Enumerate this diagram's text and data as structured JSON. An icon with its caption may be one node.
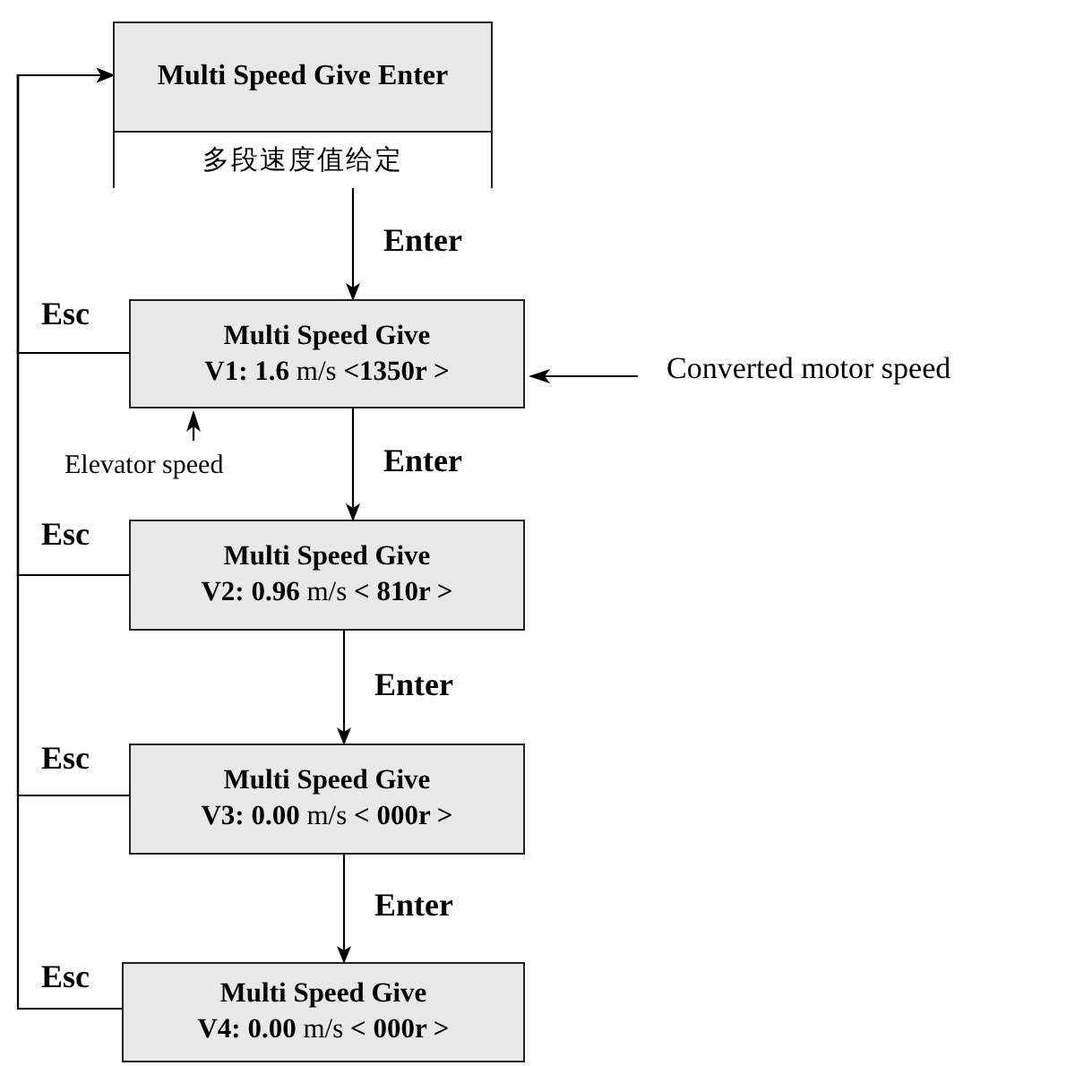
{
  "diagram": {
    "nodes": [
      {
        "text": [
          "Multi Speed Give Enter",
          "多段速度值给定"
        ]
      },
      {
        "text": [
          "Multi Speed Give",
          "**V1: 1.6** m/s **<1350r >**"
        ]
      },
      {
        "text": [
          "Multi Speed Give",
          "**V2: 0.96** m/s **< 810r >**"
        ]
      },
      {
        "text": [
          "Multi Speed Give",
          "**V3: 0.00** m/s **< 000r >**"
        ]
      },
      {
        "text": [
          "Multi Speed Give",
          "**V4: 0.00** m/s **< 000r >**"
        ]
      },
      {
        "text": [
          "Elevator speed"
        ]
      },
      {
        "text": [
          "Converted motor speed"
        ]
      }
    ],
    "edges": [
      {
        "from": 0,
        "to": 1,
        "arrow": "to",
        "label": "Enter"
      },
      {
        "from": 1,
        "to": 2,
        "arrow": "to",
        "label": "Enter"
      },
      {
        "from": 2,
        "to": 3,
        "arrow": "to",
        "label": "Enter"
      },
      {
        "from": 3,
        "to": 4,
        "arrow": "to",
        "label": "Enter"
      },
      {
        "from": 1,
        "to": 0,
        "arrow": "to",
        "label": "Esc"
      },
      {
        "from": 2,
        "to": 0,
        "arrow": "to",
        "label": "Esc"
      },
      {
        "from": 3,
        "to": 0,
        "arrow": "to",
        "label": "Esc"
      },
      {
        "from": 4,
        "to": 0,
        "arrow": "to",
        "label": "Esc"
      },
      {
        "from": 5,
        "to": 1,
        "arrow": "to"
      },
      {
        "from": 6,
        "to": 1,
        "arrow": "to"
      }
    ]
  }
}
